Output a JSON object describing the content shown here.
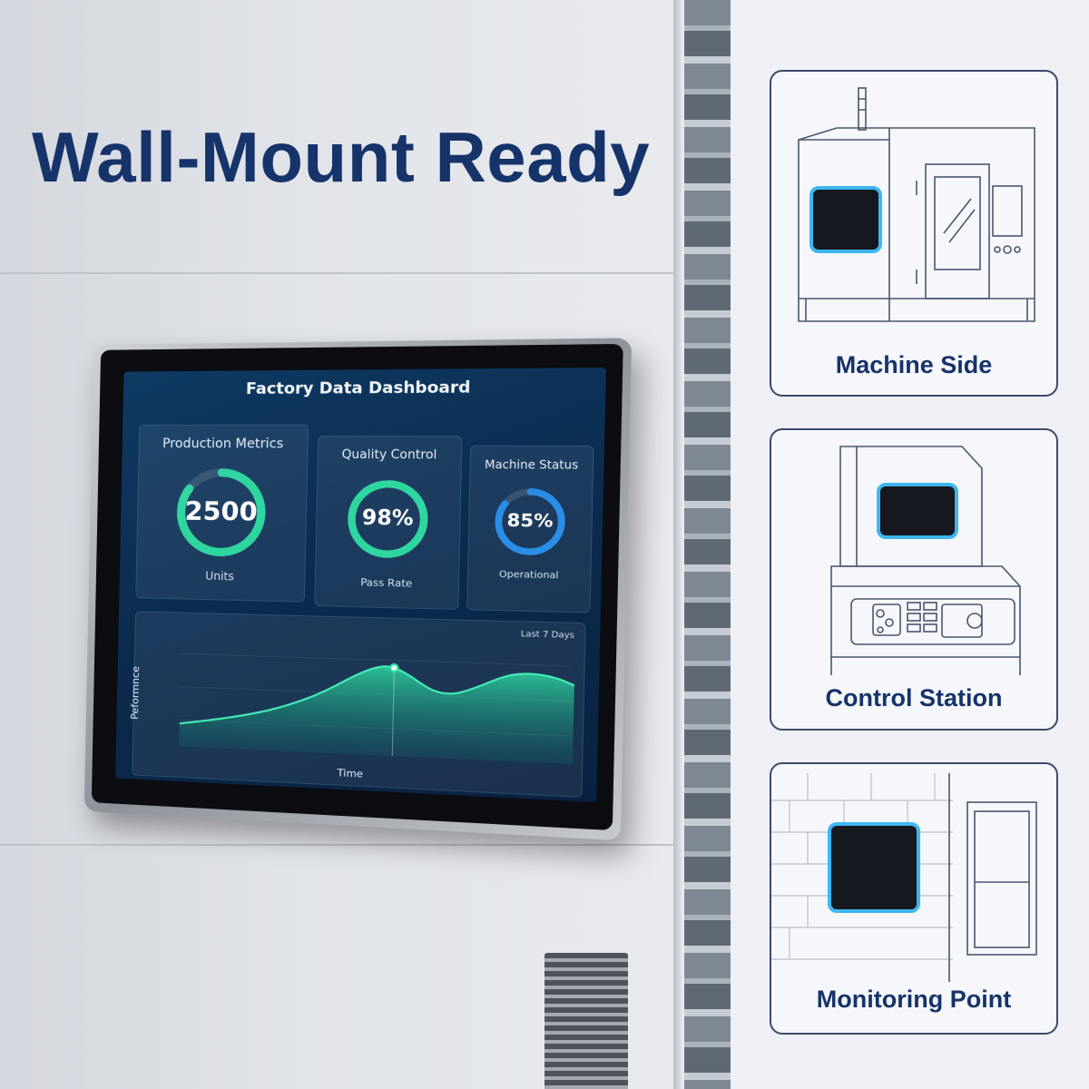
{
  "headline": "Wall-Mount Ready",
  "dashboard": {
    "title": "Factory Data Dashboard",
    "cards": [
      {
        "title": "Production Metrics",
        "value": "2500",
        "unit": "Units",
        "fill": 0.85
      },
      {
        "title": "Quality Control",
        "value": "98%",
        "unit": "Pass Rate",
        "fill": 0.98
      },
      {
        "title": "Machine Status",
        "value": "85%",
        "unit": "Operational",
        "fill": 0.85
      }
    ],
    "chart": {
      "range_label": "Last 7 Days",
      "ylabel": "Peformnce",
      "xlabel": "Time"
    }
  },
  "scenarios": [
    {
      "label": "Machine Side"
    },
    {
      "label": "Control Station"
    },
    {
      "label": "Monitoring Point"
    }
  ],
  "colors": {
    "heading": "#16336a",
    "accent_green": "#2fd6a0",
    "accent_blue": "#2a8ee8",
    "screen_glow": "#3fb6f2"
  }
}
